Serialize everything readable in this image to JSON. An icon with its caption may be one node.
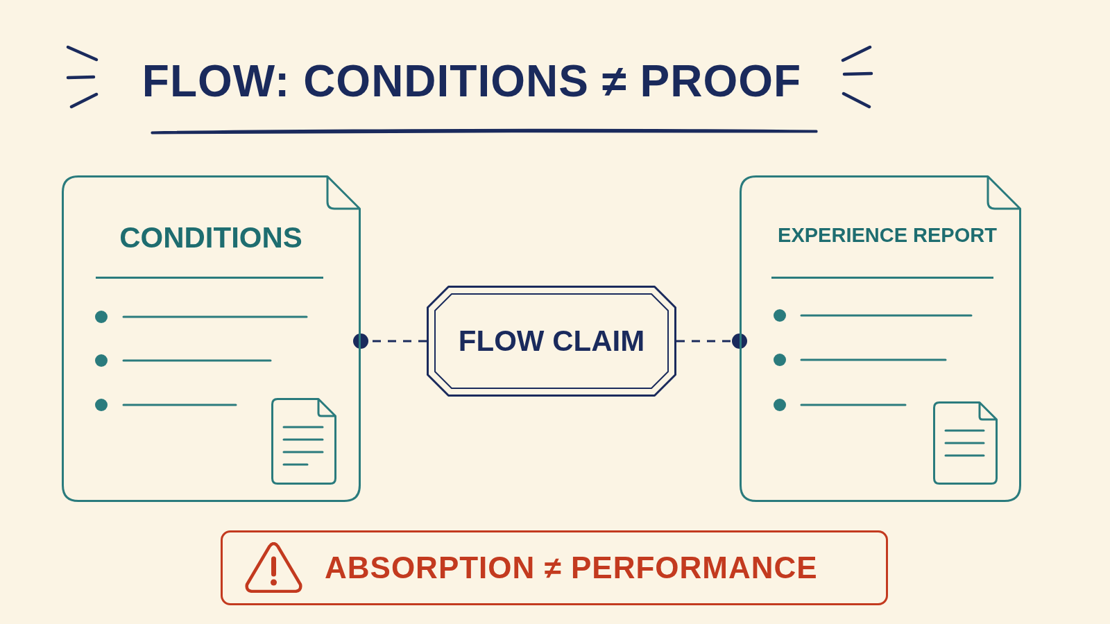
{
  "diagram": {
    "title": "FLOW: CONDITIONS ≠ PROOF",
    "nodes": [
      {
        "text": [
          "CONDITIONS"
        ]
      },
      {
        "text": [
          "FLOW CLAIM"
        ]
      },
      {
        "text": [
          "EXPERIENCE REPORT"
        ]
      },
      {
        "text": [
          "ABSORPTION ≠ PERFORMANCE"
        ]
      }
    ],
    "edges": [
      {
        "from": 1,
        "to": 0,
        "arrow": "other",
        "style": "dashed"
      },
      {
        "from": 1,
        "to": 2,
        "arrow": "other",
        "style": "dashed"
      }
    ]
  }
}
